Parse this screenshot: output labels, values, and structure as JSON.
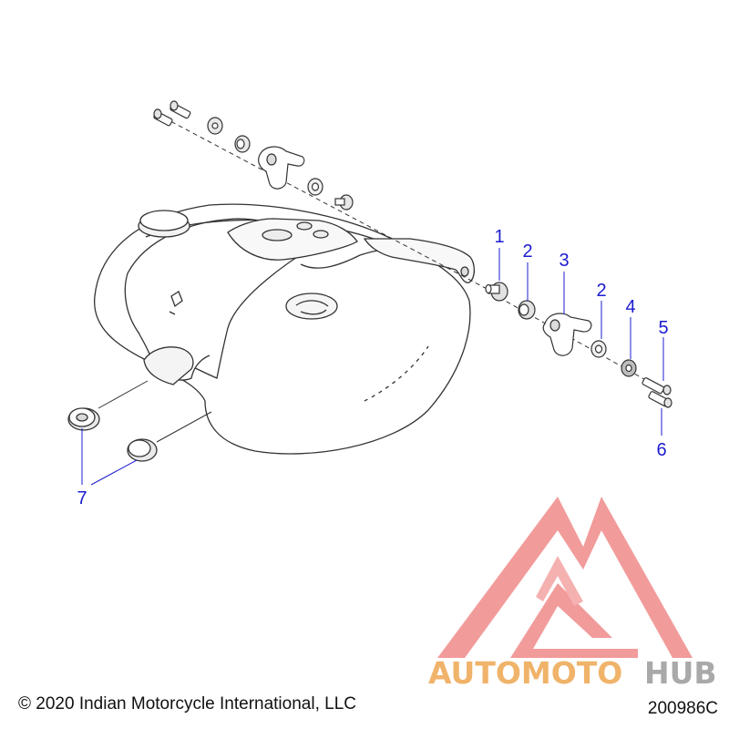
{
  "callouts": [
    {
      "id": "c1",
      "label": "1"
    },
    {
      "id": "c2a",
      "label": "2"
    },
    {
      "id": "c3",
      "label": "3"
    },
    {
      "id": "c2b",
      "label": "2"
    },
    {
      "id": "c4",
      "label": "4"
    },
    {
      "id": "c5",
      "label": "5"
    },
    {
      "id": "c6",
      "label": "6"
    },
    {
      "id": "c7",
      "label": "7"
    }
  ],
  "watermark": {
    "part1": "AUTOMOTO",
    "part2": "HUB",
    "color_accent": "#f0b36a",
    "color_dark": "#a9a9a9",
    "logo_color": "#f08a8a"
  },
  "footer": {
    "copyright": "© 2020 Indian Motorcycle International, LLC",
    "diagram_code": "200986C"
  },
  "colors": {
    "callout": "#1c1cd0",
    "leader": "#1c1cd0",
    "line_art": "#333333"
  }
}
